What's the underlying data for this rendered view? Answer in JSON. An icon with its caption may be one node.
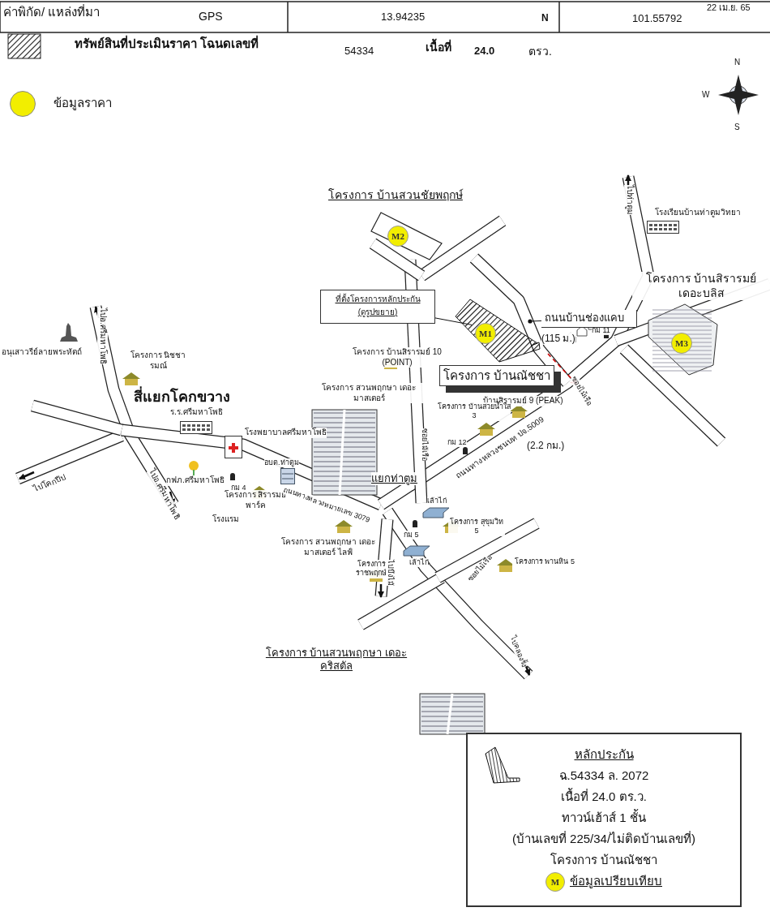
{
  "diagram": {
    "nodes": [
      {
        "text": [
          "ที่ตั้งโครงการหลักประกัน",
          "(ดูรูปขยาย)"
        ]
      },
      {
        "text": [],
        "shape": "picture"
      },
      {
        "text": [
          "M1"
        ],
        "in": 1
      },
      {
        "text": [
          "M2"
        ]
      },
      {
        "text": [
          "M3"
        ]
      },
      {
        "text": [
          "โครงการ บ้านณัชชา"
        ]
      },
      {
        "text": [
          "ถนนบ้านช่องแคบ"
        ]
      },
      {
        "text": [
          "หลักประกัน",
          "ฉ.54334 ล. 2072",
          "เนื้อที่ 24.0 ตร.ว.",
          "ทาวน์เฮ้าส์  1 ชั้น",
          "(บ้านเลขที่ 225/34/ไม่ติดบ้านเลขที่)",
          "โครงการ บ้านณัชชา",
          "ข้อมูลเปรียบเทียบ"
        ]
      },
      {
        "text": [
          "M"
        ],
        "in": 7
      }
    ],
    "edges": [
      {
        "from": 0,
        "to": 1,
        "arrow": "none"
      },
      {
        "from": 6,
        "to": null,
        "arrow": "other"
      }
    ],
    "labels": [
      "ค่าพิกัด/ แหล่งที่มา",
      "GPS",
      "13.94235",
      "N",
      "101.55792",
      "22 เม.ย. 65",
      "ทรัพย์สินที่ประเมินราคา โฉนดเลขที่",
      "54334",
      "เนื้อที่",
      "24.0",
      "ตรว.",
      "N",
      "W",
      "S",
      "โครงการ บ้านสวนชัยพฤกษ์",
      "ไปท่าตูม",
      "โรงเรียนบ้านท่าตูมวิทยา",
      "โครงการ บ้านสิรารมย์ เดอะบลิส",
      "อนุเสาวรีย์ลายพระหัตถ์",
      "ไปอ.ศรีมหาโพธิ",
      "โครงการ นิชชารมณ์",
      "โครงการ บ้านสิรารมย์ 10 (POINT)",
      "(115 ม.)",
      "กม 11",
      "สี่แยกโคกขวาง",
      "โครงการ สวนพฤกษา เดอะมาสเตอร์",
      "บ้านสิรารมย์ 9 (PEAK)",
      "โครงการ บ้านสวยน้ำใส 3",
      "ร.ร.ศรีมหาโพธิ",
      "โรงพยาบาลศรีมหาโพธิ",
      "ซอยไม้เรือ",
      "ซอยไม้เรือ",
      "กม 12",
      "(2.2 กม.)",
      "ไปโคกปีป",
      "ไปอ.ศรีมหาโพธิ",
      "ถนนทางหลวงชนบท ปจ.5009",
      "กฟภ.ศรีมหาโพธิ",
      "กม 4",
      "อบต.ท่าตูม",
      "แยกท่าตูม",
      "โครงการ สิรารมย์ พาร์ค",
      "ถนนทางหลวงหมายเลข 3079",
      "โรงแรม",
      "เล้าไก่",
      "โครงการ สุขุมวิท 5",
      "กม 5",
      "โครงการ สวนพฤกษา เดอะมาสเตอร์ ไลฟ์",
      "เล้าไก่",
      "โครงการ ราชพฤกษ์",
      "ไปบึงไม้",
      "ซอยไม้เรือ",
      "โครงการ พานหิน 5",
      "ไปคลองรั้ง",
      "โครงการ บ้านสวนพฤกษา เดอะคริสตัล"
    ],
    "legend": [
      {
        "text": "ข้อมูลราคา",
        "color": "#f2ee00"
      }
    ]
  }
}
